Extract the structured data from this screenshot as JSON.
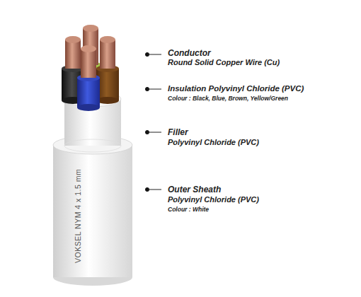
{
  "diagram": {
    "labels": [
      "Conductor",
      "Round Solid Copper Wire (Cu)",
      "Insulation Polyvinyl Chloride (PVC)",
      "Colour : Black, Blue, Brown, Yellow/Green",
      "Filler",
      "Polyvinyl Chloride (PVC)",
      "Outer Sheath",
      "Polyvinyl Chloride (PVC)",
      "Colour : White",
      "VOKSEL NYM 4 x 1.5 mm"
    ]
  }
}
